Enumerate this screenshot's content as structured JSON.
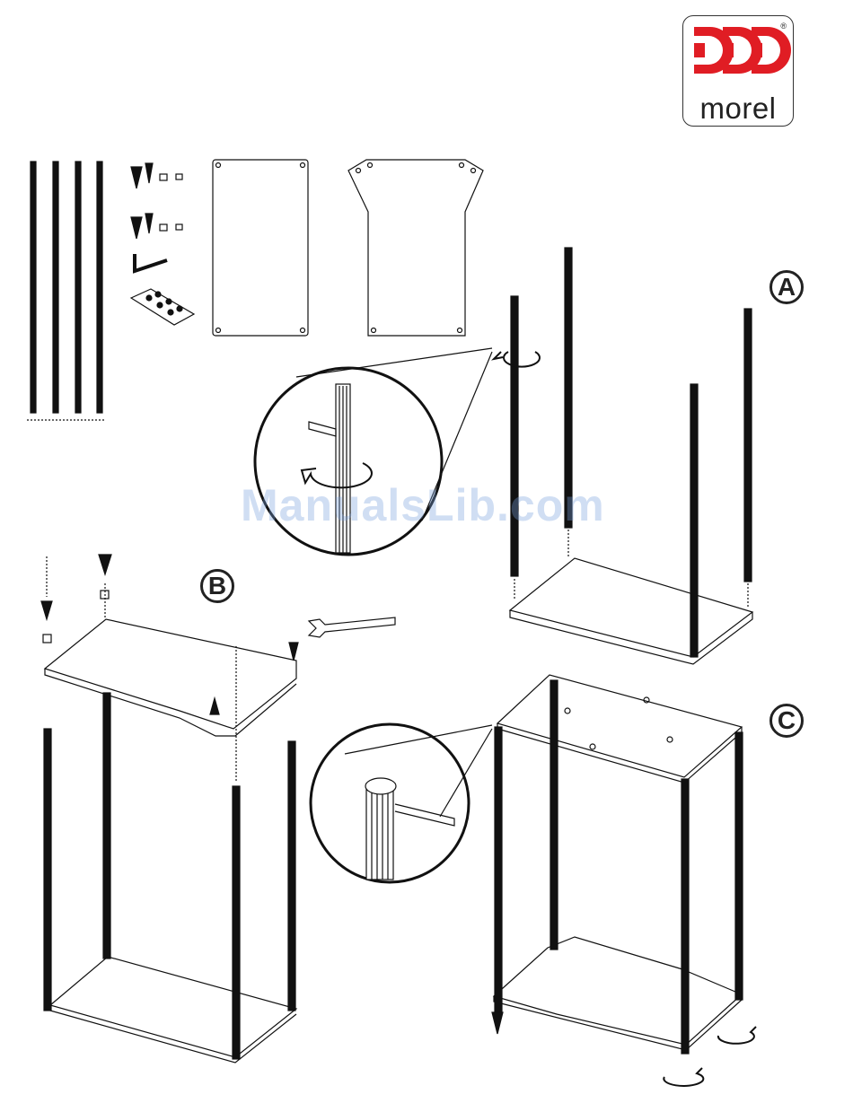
{
  "brand": {
    "name": "morel",
    "registered_mark": "®",
    "accent_color": "#e01d24"
  },
  "steps": [
    {
      "label": "A"
    },
    {
      "label": "B"
    },
    {
      "label": "C"
    }
  ],
  "watermark": "ManualsLib.com",
  "icons": [
    "morel-logo-icon",
    "allen-key-icon",
    "spanner-icon",
    "rotate-arrow-icon",
    "spike-icon",
    "pad-sheet-icon"
  ]
}
